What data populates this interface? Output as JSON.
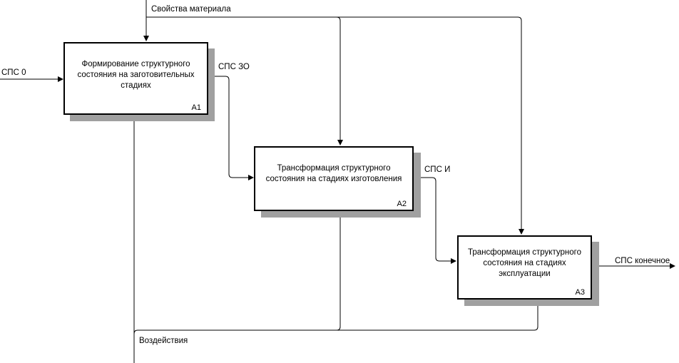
{
  "boxes": [
    {
      "title": "Формирование структурного состояния на заготовительных стадиях",
      "id": "A1"
    },
    {
      "title": "Трансформация структурного состояния на стадиях изготовления",
      "id": "A2"
    },
    {
      "title": "Трансформация структурного состояния на стадиях эксплуатации",
      "id": "A3"
    }
  ],
  "arrows": {
    "input": "СПС 0",
    "control": "Свойства материала",
    "mechanism": "Воздействия",
    "a1_to_a2": "СПС ЗО",
    "a2_to_a3": "СПС И",
    "output": "СПС конечное"
  },
  "colors": {
    "line": "#000000",
    "shadow": "#a0a0a0"
  }
}
